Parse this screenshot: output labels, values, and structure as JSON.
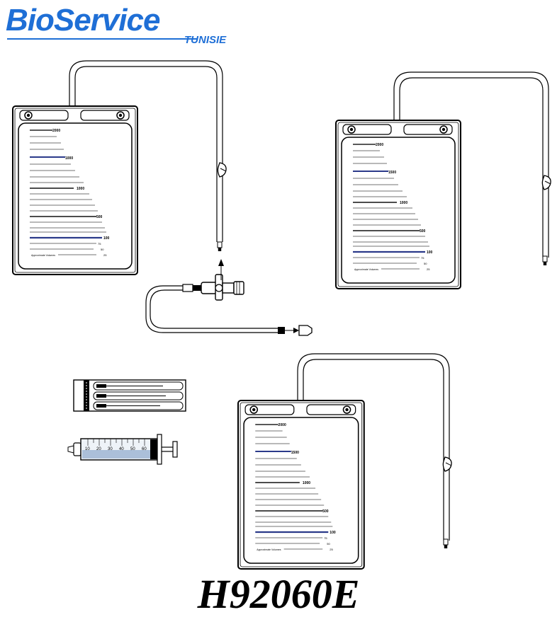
{
  "brand": {
    "name": "BioService",
    "sub": "TUNISIE",
    "color": "#1f6fd6"
  },
  "product_code": "H92060E",
  "bag_scale": {
    "top_left": [
      "2000",
      "1000",
      "1000",
      "500",
      "100",
      "75",
      "50",
      "25"
    ],
    "top_right": [
      "2000",
      "1500",
      "1000",
      "500",
      "100",
      "75",
      "50",
      "25"
    ],
    "bottom": [
      "2000",
      "1500",
      "1000",
      "500",
      "100",
      "75",
      "50",
      "25"
    ]
  },
  "bag_note": "Approximate Volumes",
  "syringe_scale": [
    "10",
    "20",
    "30",
    "40",
    "50",
    "60"
  ]
}
